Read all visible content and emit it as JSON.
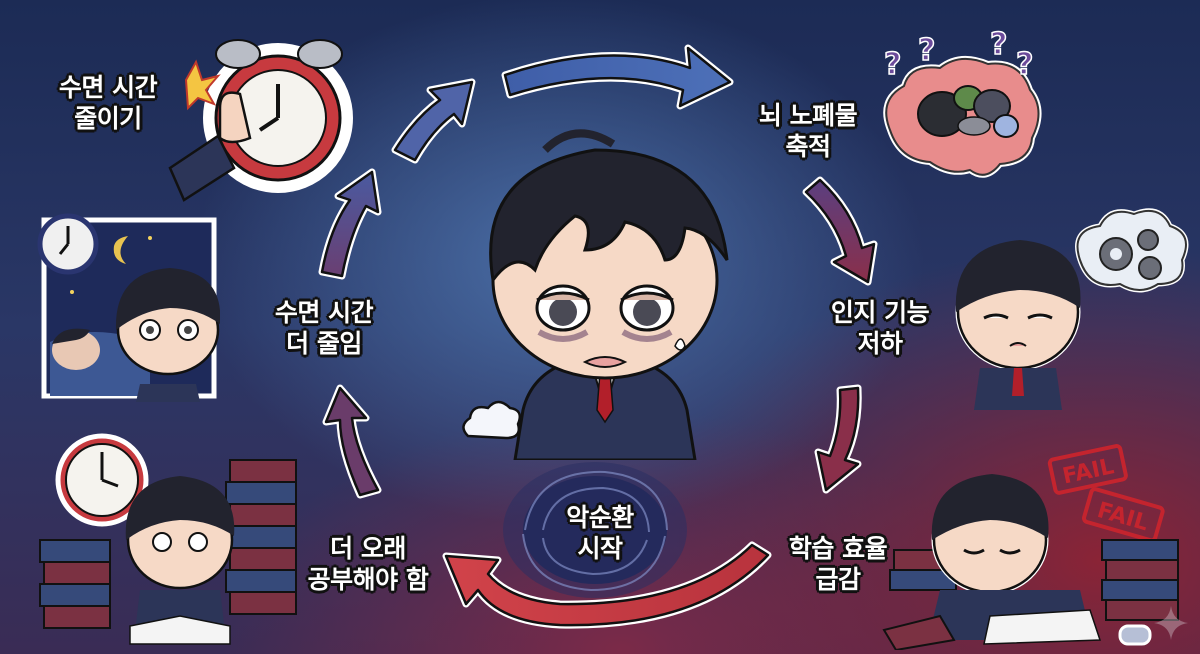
{
  "diagram": {
    "type": "vicious-cycle",
    "center": {
      "line1": "악순환",
      "line2": "시작"
    },
    "steps": [
      {
        "id": "reduce-sleep",
        "line1": "수면 시간",
        "line2": "줄이기",
        "illustration": "hand-grabbing-alarm-clock"
      },
      {
        "id": "brain-waste",
        "line1": "뇌 노폐물",
        "line2": "축적",
        "illustration": "brain-with-garbage-bags"
      },
      {
        "id": "cognitive-decline",
        "line1": "인지 기능",
        "line2": "저하",
        "illustration": "tired-student-thinking-gears"
      },
      {
        "id": "learning-drop",
        "line1": "학습 효율",
        "line2": "급감",
        "illustration": "student-asleep-on-books"
      },
      {
        "id": "study-longer",
        "line1": "더 오래",
        "line2": "공부해야 함",
        "illustration": "student-with-books-and-clock"
      },
      {
        "id": "sleep-less",
        "line1": "수면 시간",
        "line2": "더 줄임",
        "illustration": "student-awake-at-night"
      }
    ],
    "stamps": [
      "FAIL",
      "FAIL"
    ],
    "colors": {
      "arrow_blue": "#4a6bb0",
      "arrow_purple": "#5b4c8f",
      "arrow_plum": "#6e3f6e",
      "arrow_red": "#c1363f",
      "bg_top": "#1c2b55",
      "bg_bottom_right": "#8a2436",
      "label_text": "#ffffff",
      "label_outline": "#111111"
    }
  }
}
